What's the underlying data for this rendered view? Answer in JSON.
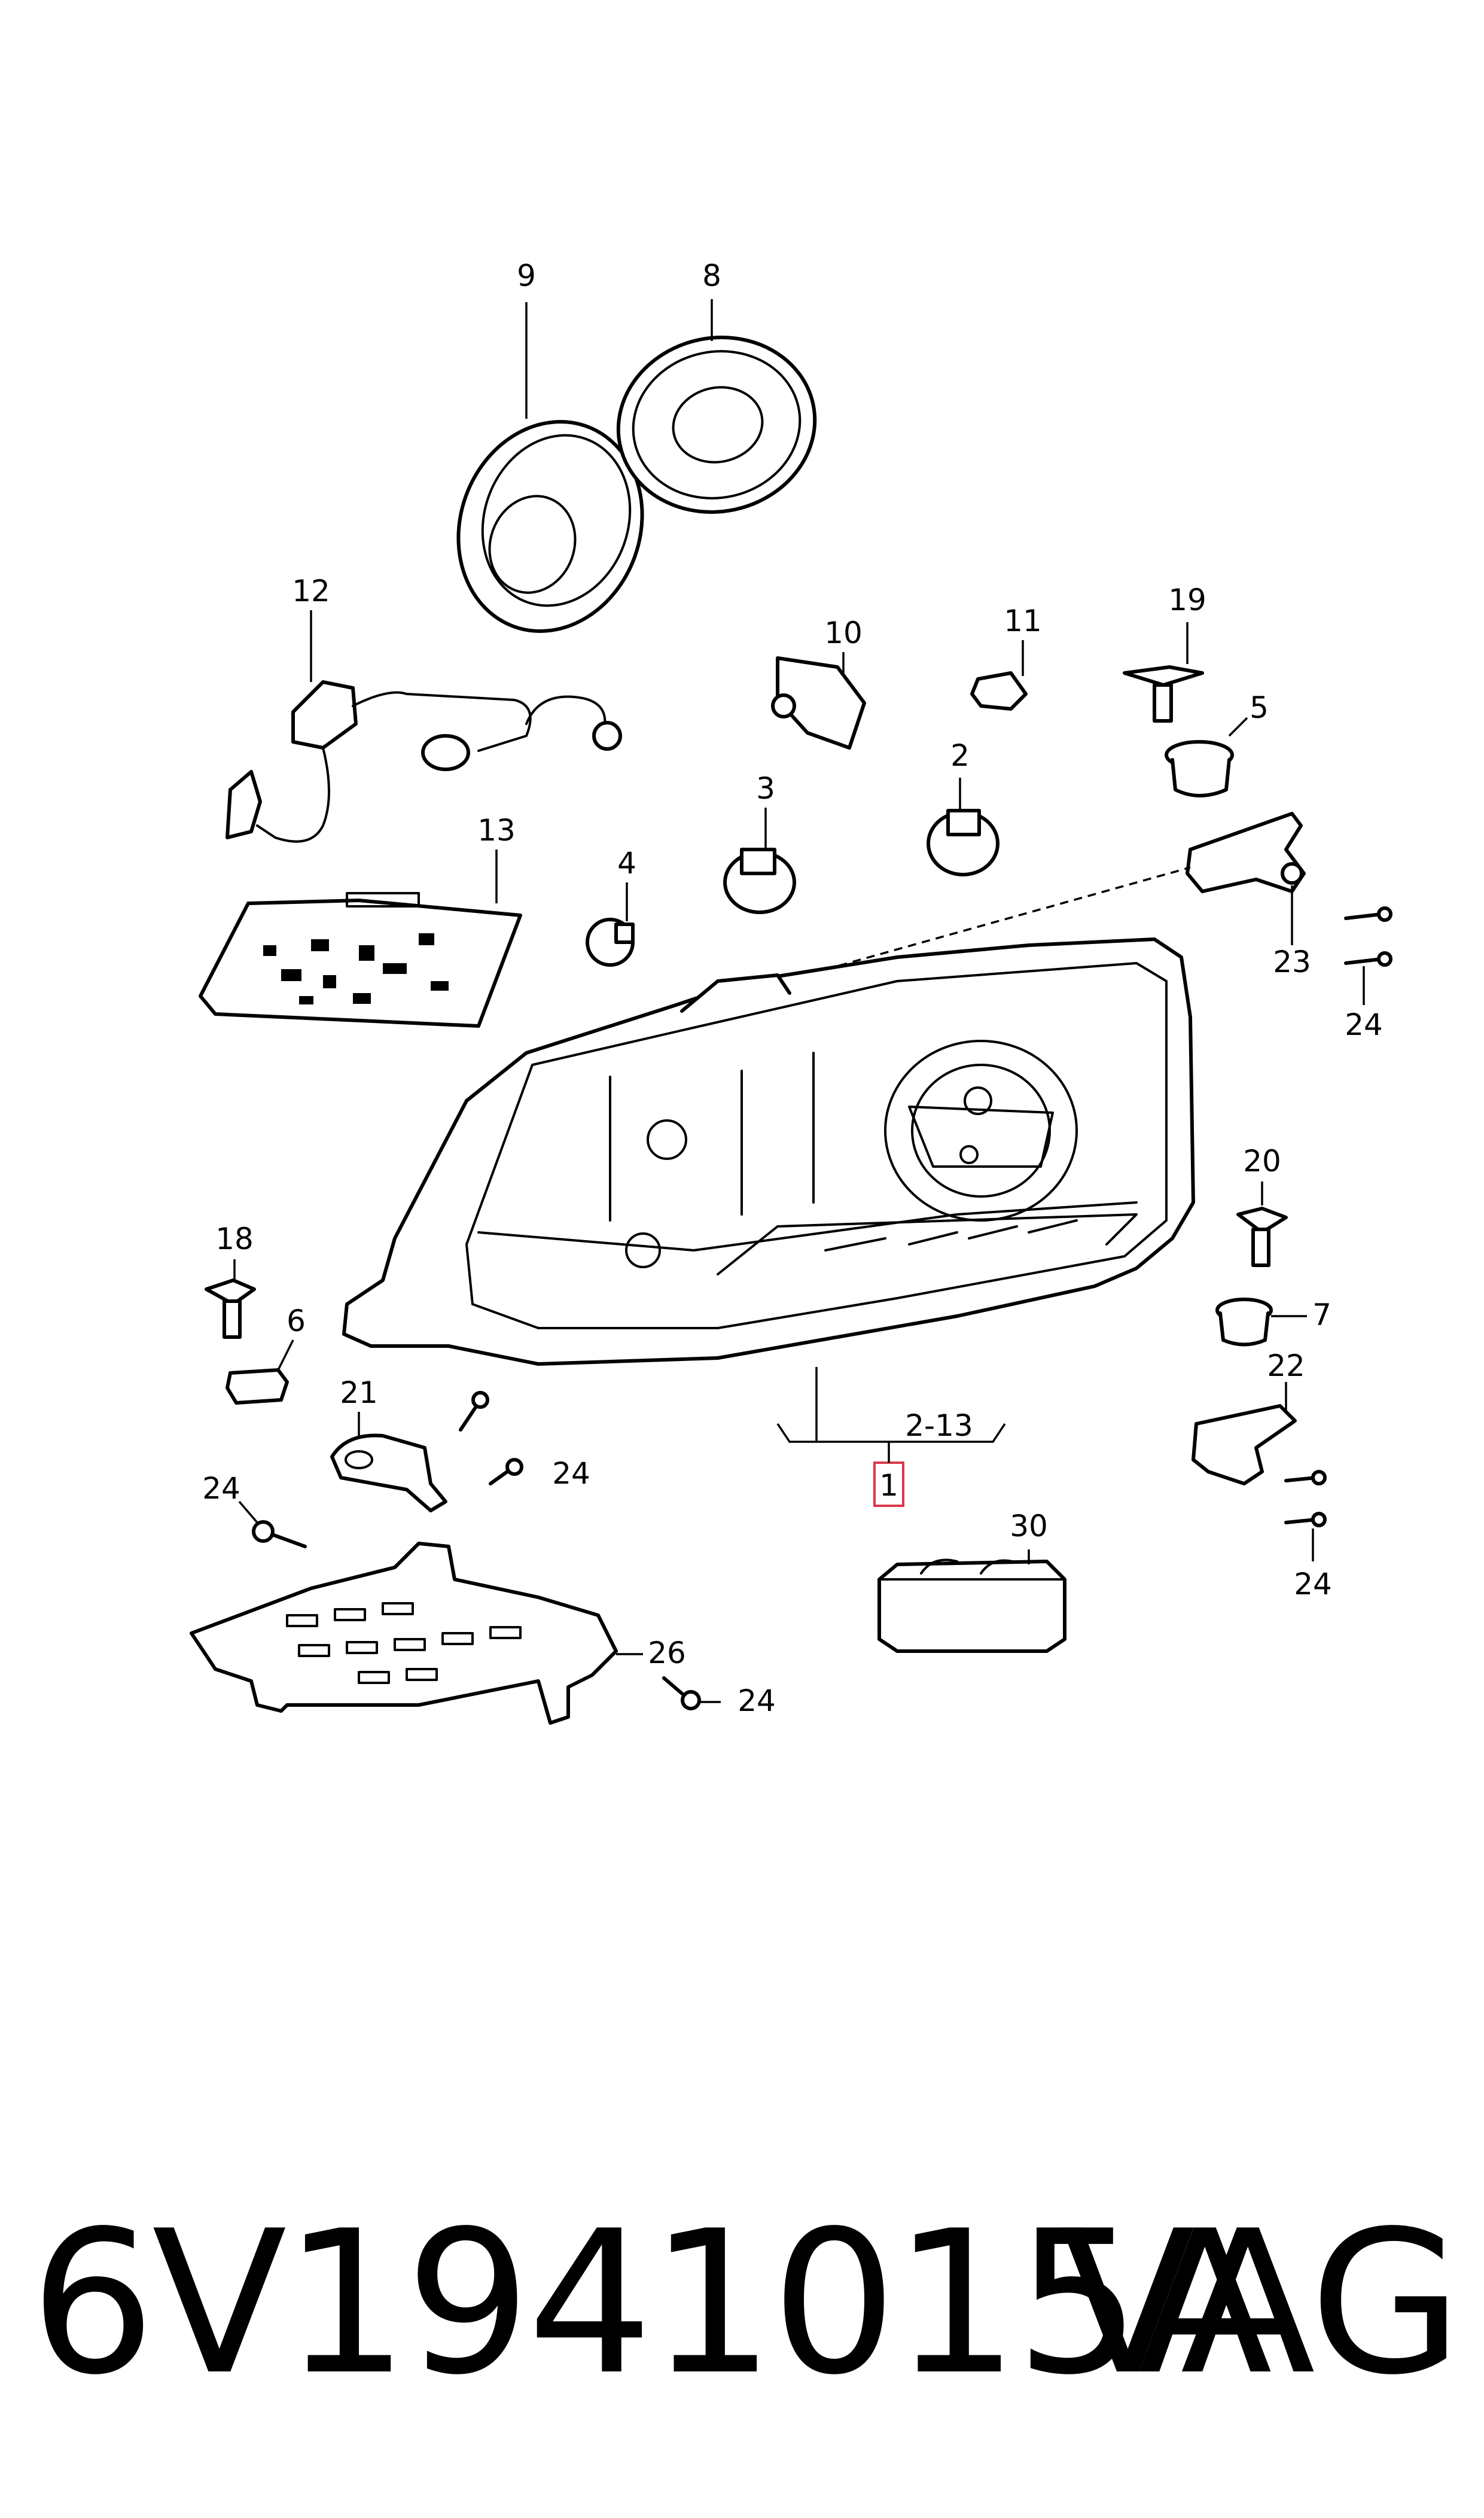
{
  "diagram": {
    "callouts": {
      "c1": "1",
      "c2": "2",
      "c3": "3",
      "c4": "4",
      "c5": "5",
      "c6": "6",
      "c7": "7",
      "c8": "8",
      "c9": "9",
      "c10": "10",
      "c11": "11",
      "c12": "12",
      "c13": "13",
      "c18": "18",
      "c19": "19",
      "c20": "20",
      "c21": "21",
      "c22": "22",
      "c23": "23",
      "c24": "24",
      "c26": "26",
      "c30": "30",
      "range": "2-13"
    }
  },
  "footer": {
    "part_number": "6V1941015A",
    "brand": "VAG"
  }
}
